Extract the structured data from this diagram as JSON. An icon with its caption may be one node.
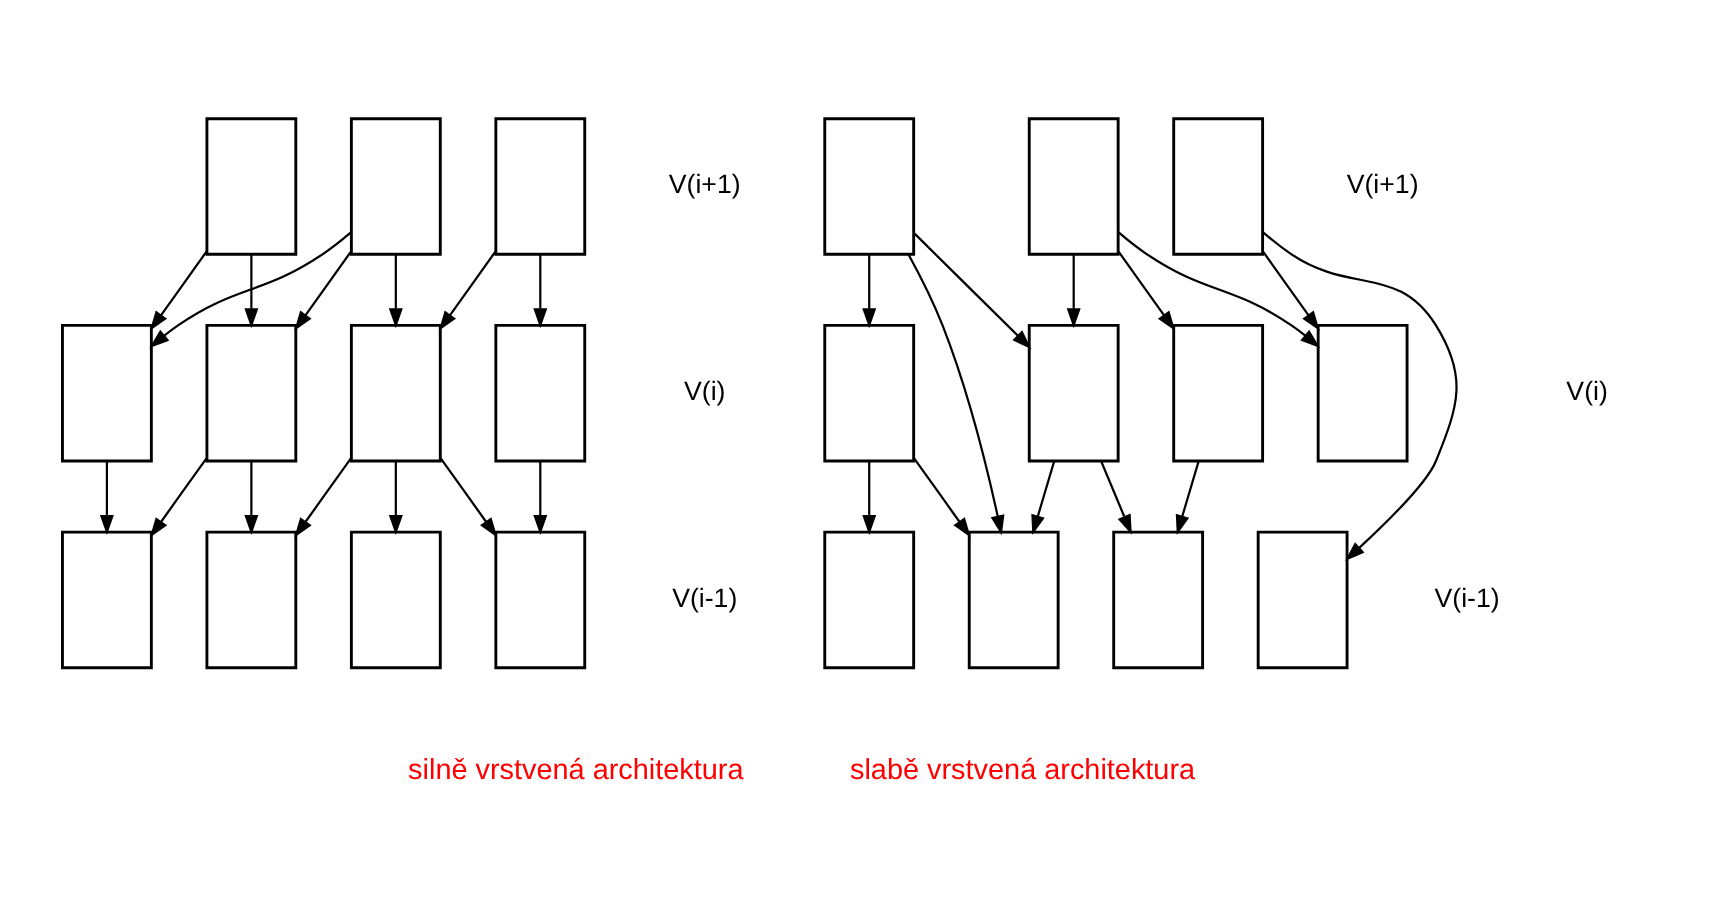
{
  "diagram": {
    "nodes": [
      {
        "text": [],
        "shape": "box"
      },
      {
        "text": [],
        "shape": "box"
      },
      {
        "text": [],
        "shape": "box"
      },
      {
        "text": [],
        "shape": "box"
      },
      {
        "text": [],
        "shape": "box"
      },
      {
        "text": [],
        "shape": "box"
      },
      {
        "text": [],
        "shape": "box"
      },
      {
        "text": [],
        "shape": "box"
      },
      {
        "text": [],
        "shape": "box"
      },
      {
        "text": [],
        "shape": "box"
      },
      {
        "text": [],
        "shape": "box"
      },
      {
        "text": [],
        "shape": "box"
      },
      {
        "text": [],
        "shape": "box"
      },
      {
        "text": [],
        "shape": "box"
      },
      {
        "text": [],
        "shape": "box"
      },
      {
        "text": [],
        "shape": "box"
      },
      {
        "text": [],
        "shape": "box"
      },
      {
        "text": [],
        "shape": "box"
      },
      {
        "text": [],
        "shape": "box"
      },
      {
        "text": [],
        "shape": "box"
      },
      {
        "text": [],
        "shape": "box"
      },
      {
        "text": [],
        "shape": "box"
      }
    ],
    "edges": [
      {
        "from": 0,
        "to": 3,
        "arrow": "to"
      },
      {
        "from": 0,
        "to": 4,
        "arrow": "to"
      },
      {
        "from": 1,
        "to": 3,
        "arrow": "to"
      },
      {
        "from": 1,
        "to": 4,
        "arrow": "to"
      },
      {
        "from": 1,
        "to": 5,
        "arrow": "to"
      },
      {
        "from": 2,
        "to": 5,
        "arrow": "to"
      },
      {
        "from": 2,
        "to": 6,
        "arrow": "to"
      },
      {
        "from": 3,
        "to": 7,
        "arrow": "to"
      },
      {
        "from": 4,
        "to": 7,
        "arrow": "to"
      },
      {
        "from": 4,
        "to": 8,
        "arrow": "to"
      },
      {
        "from": 5,
        "to": 8,
        "arrow": "to"
      },
      {
        "from": 5,
        "to": 9,
        "arrow": "to"
      },
      {
        "from": 5,
        "to": 10,
        "arrow": "to"
      },
      {
        "from": 6,
        "to": 10,
        "arrow": "to"
      },
      {
        "from": 11,
        "to": 14,
        "arrow": "to"
      },
      {
        "from": 11,
        "to": 19,
        "arrow": "to"
      },
      {
        "from": 11,
        "to": 15,
        "arrow": "to"
      },
      {
        "from": 12,
        "to": 15,
        "arrow": "to"
      },
      {
        "from": 12,
        "to": 16,
        "arrow": "to"
      },
      {
        "from": 12,
        "to": 17,
        "arrow": "to"
      },
      {
        "from": 13,
        "to": 17,
        "arrow": "to"
      },
      {
        "from": 13,
        "to": 21,
        "arrow": "to"
      },
      {
        "from": 14,
        "to": 18,
        "arrow": "to"
      },
      {
        "from": 14,
        "to": 19,
        "arrow": "to"
      },
      {
        "from": 15,
        "to": 19,
        "arrow": "to"
      },
      {
        "from": 15,
        "to": 20,
        "arrow": "to"
      },
      {
        "from": 16,
        "to": 20,
        "arrow": "to"
      }
    ],
    "labels": [
      "V(i+1)",
      "V(i+1)",
      "V(i)",
      "V(i)",
      "V(i-1)",
      "V(i-1)",
      "silně vrstvená architektura",
      "slabě vrstvená architektura"
    ]
  }
}
